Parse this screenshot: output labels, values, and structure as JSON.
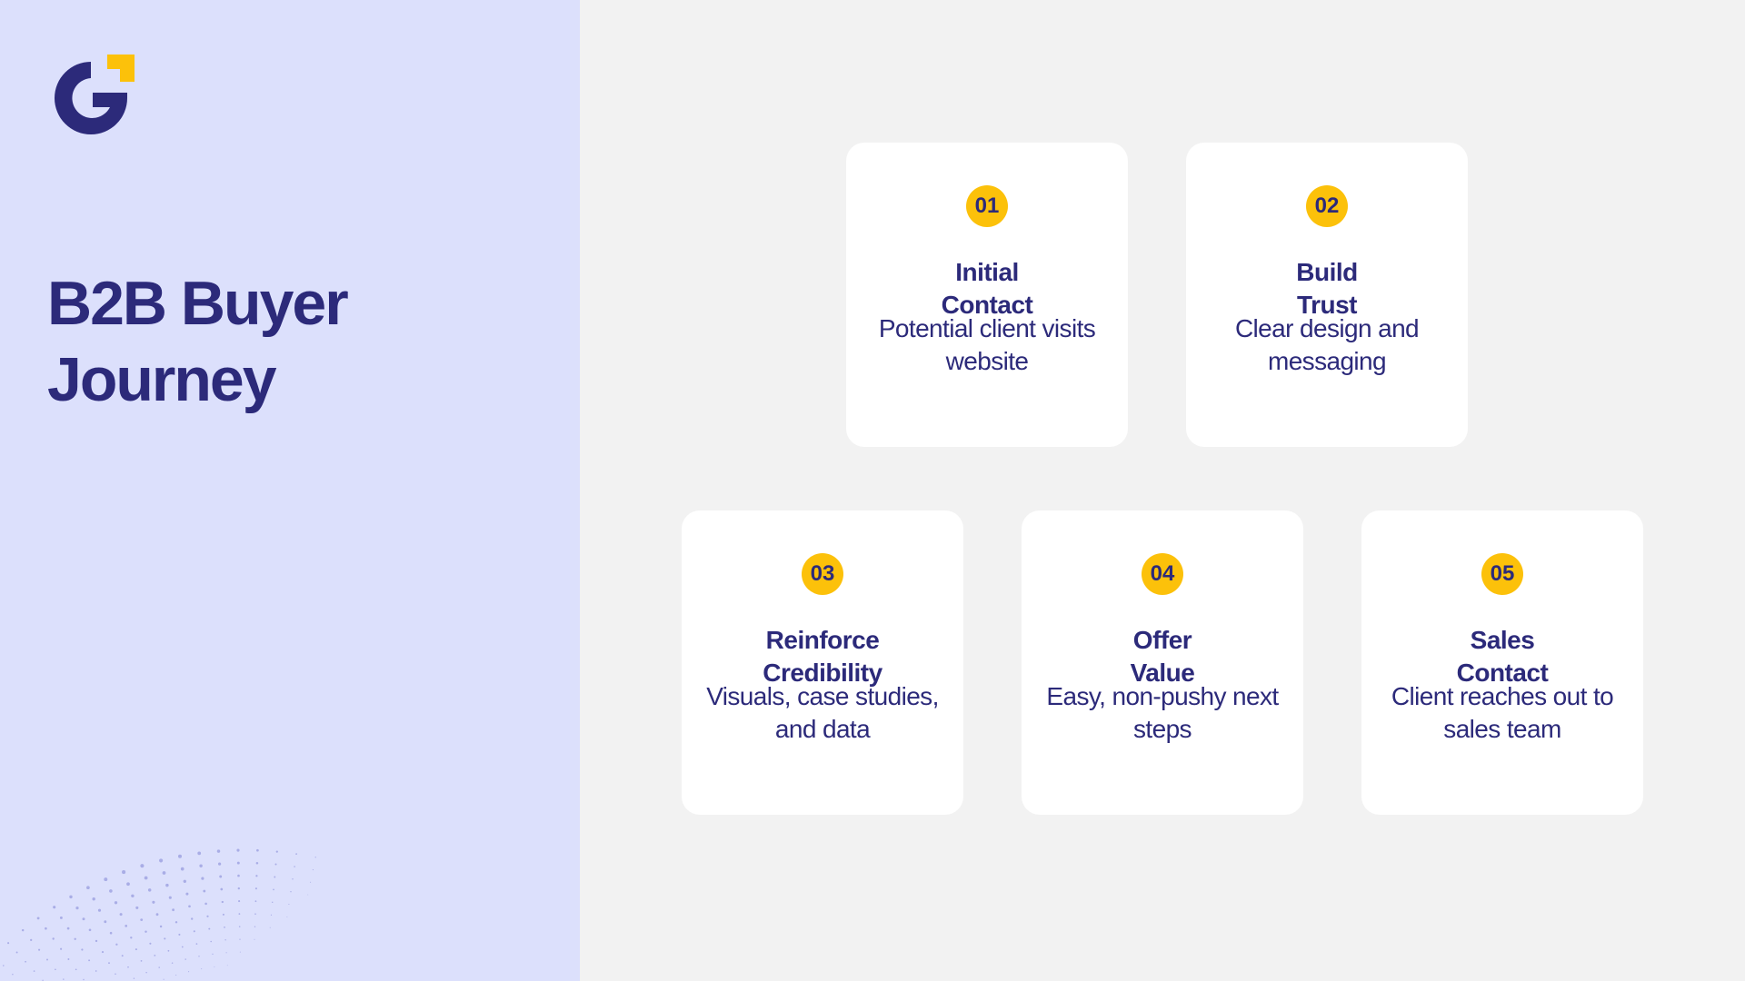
{
  "brand": {
    "logo_icon": "g-logo-icon",
    "accent_color": "#fcc10a",
    "primary_color": "#2c2a7a"
  },
  "title": {
    "line1": "B2B Buyer",
    "line2": "Journey"
  },
  "steps": [
    {
      "number": "01",
      "title_line1": "Initial",
      "title_line2": "Contact",
      "desc": "Potential client visits website"
    },
    {
      "number": "02",
      "title_line1": "Build",
      "title_line2": "Trust",
      "desc": "Clear design and messaging"
    },
    {
      "number": "03",
      "title_line1": "Reinforce",
      "title_line2": "Credibility",
      "desc": "Visuals, case studies, and data"
    },
    {
      "number": "04",
      "title_line1": "Offer",
      "title_line2": "Value",
      "desc": "Easy, non-pushy next steps"
    },
    {
      "number": "05",
      "title_line1": "Sales",
      "title_line2": "Contact",
      "desc": "Client reaches out to sales team"
    }
  ]
}
